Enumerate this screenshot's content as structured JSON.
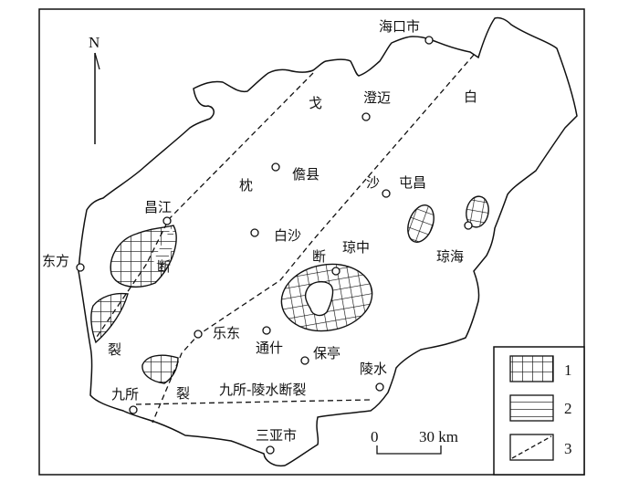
{
  "north_label": "N",
  "cities": {
    "haikou": "海口市",
    "chengmai": "澄迈",
    "danxian": "儋县",
    "tunchang": "屯昌",
    "changjiang": "昌江",
    "baisha": "白沙",
    "qiongzhong": "琼中",
    "qionghai": "琼海",
    "dongfang": "东方",
    "ledong": "乐东",
    "tongshi": "通什",
    "baoting": "保亭",
    "lingshui": "陵水",
    "jiusuo": "九所",
    "sanya": "三亚市"
  },
  "fault_labels": {
    "gezhen_1": "戈",
    "gezhen_2": "枕",
    "gezhen_3": "断",
    "gezhen_4": "裂",
    "baisha_1": "白",
    "baisha_2": "沙",
    "baisha_3": "断",
    "baisha_4": "裂",
    "jiusuo_lingshui": "九所-陵水断裂"
  },
  "scale": {
    "zero": "0",
    "distance": "30 km"
  },
  "legend": [
    {
      "number": "1",
      "pattern": "grid"
    },
    {
      "number": "2",
      "pattern": "horizontal-lines"
    },
    {
      "number": "3",
      "pattern": "dashed-line"
    }
  ]
}
